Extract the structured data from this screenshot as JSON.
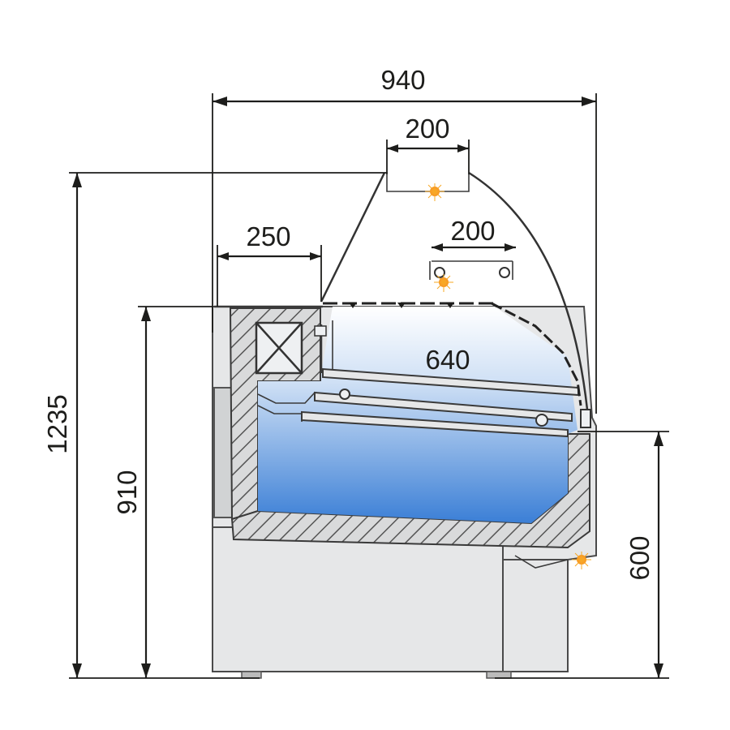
{
  "dimensions": {
    "overall_width": "940",
    "top_light_width": "200",
    "rear_top_width": "250",
    "shelf_light_width": "200",
    "display_depth": "640",
    "overall_height": "1235",
    "counter_height": "910",
    "base_height": "600"
  },
  "colors": {
    "line": "#1d1d1b",
    "body": "#e6e7e8",
    "cold_top": "#ffffff",
    "cold_bottom": "#3b7fd6",
    "light": "#f7a823"
  }
}
